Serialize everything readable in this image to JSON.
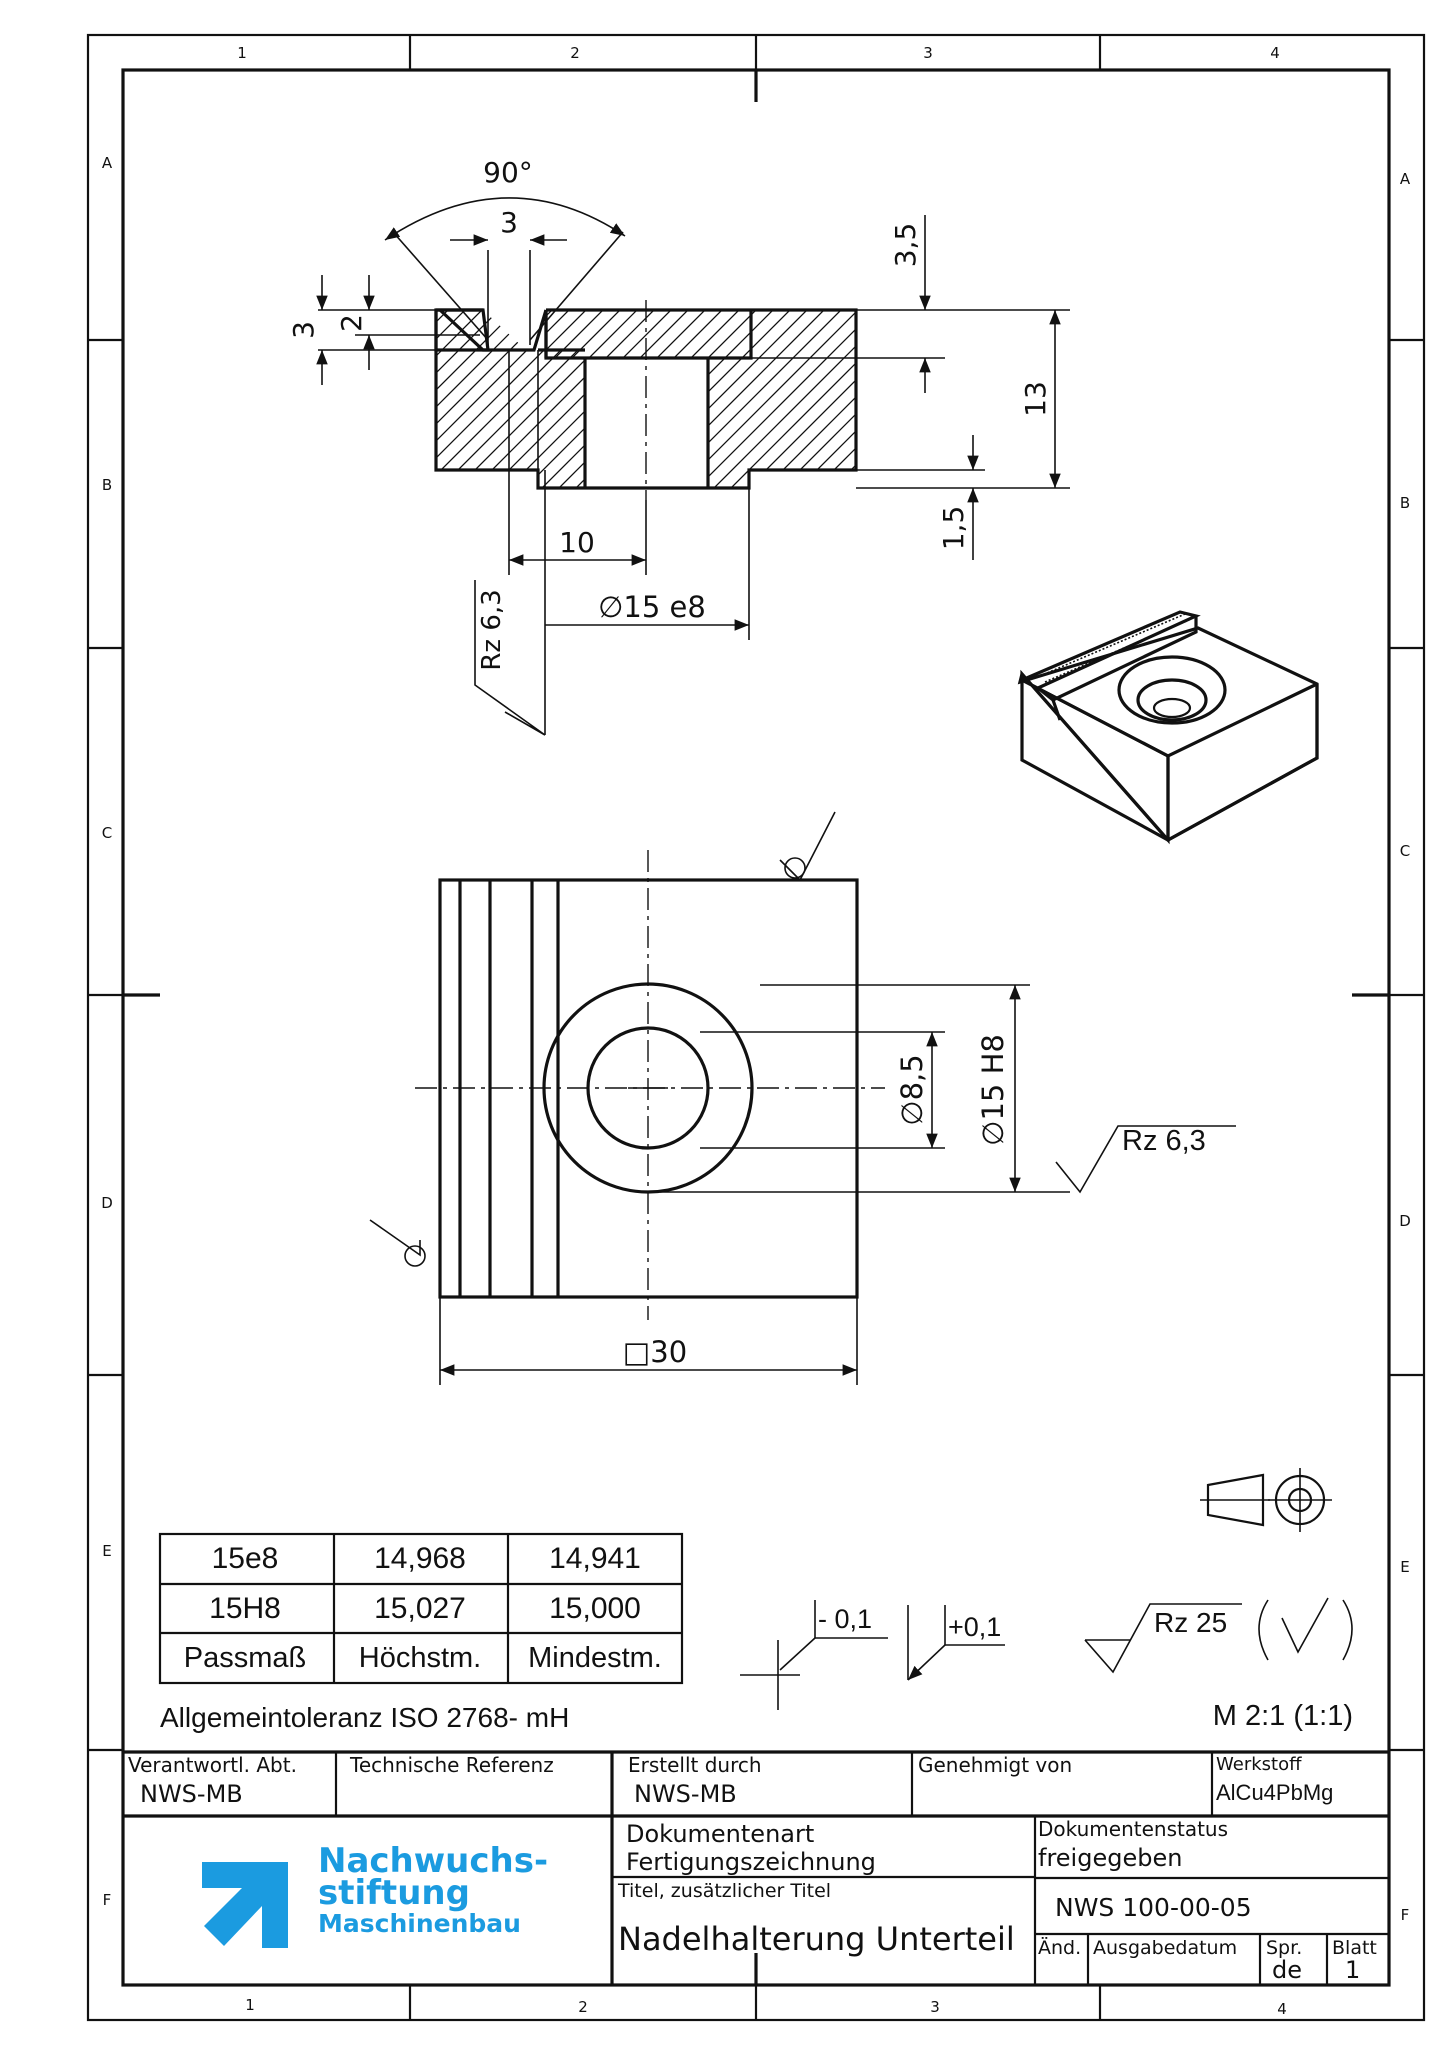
{
  "frame": {
    "columns_top": [
      "1",
      "2",
      "3",
      "4"
    ],
    "columns_bottom": [
      "1",
      "2",
      "3",
      "4"
    ],
    "rows_left": [
      "A",
      "B",
      "C",
      "D",
      "E",
      "F"
    ],
    "rows_right": [
      "A",
      "B",
      "C",
      "D",
      "E",
      "F"
    ]
  },
  "dimensions": {
    "angle": "90°",
    "top_width": "3",
    "depth_3": "3",
    "depth_2": "2",
    "d_3_5": "3,5",
    "d_13": "13",
    "d_1_5": "1,5",
    "d_10": "10",
    "d_15e8": "∅15 e8",
    "rz_side": "Rz 6,3",
    "d_8_5": "∅8,5",
    "d_15h8": "∅15 H8",
    "rz_right": "Rz  6,3",
    "square_30": "□30"
  },
  "tolerance_table": {
    "rows": [
      [
        "15e8",
        "14,968",
        "14,941"
      ],
      [
        "15H8",
        "15,027",
        "15,000"
      ],
      [
        "Passmaß",
        "Höchstm.",
        "Mindestm."
      ]
    ]
  },
  "general_tolerance": "Allgemeintoleranz ISO 2768- mH",
  "edge_minus": "- 0,1",
  "edge_plus": "+0,1",
  "surface_general": "Rz  25",
  "scale": "M 2:1 (1:1)",
  "title_block": {
    "dept_label": "Verantwortl. Abt.",
    "dept_value": "NWS-MB",
    "ref_label": "Technische Referenz",
    "created_label": "Erstellt durch",
    "created_value": "NWS-MB",
    "approved_label": "Genehmigt von",
    "material_label": "Werkstoff",
    "material_value": "AlCu4PbMg",
    "doc_type_label": "Dokumentenart",
    "doc_type_value": "Fertigungszeichnung",
    "doc_status_label": "Dokumentenstatus",
    "doc_status_value": "freigegeben",
    "title_label": "Titel, zusätzlicher Titel",
    "title_value": "Nadelhalterung Unterteil",
    "doc_number": "NWS 100-00-05",
    "rev_label": "Änd.",
    "issue_label": "Ausgabedatum",
    "lang_label": "Spr.",
    "lang_value": "de",
    "sheet_label": "Blatt",
    "sheet_value": "1",
    "logo_line1": "Nachwuchs-",
    "logo_line2": "stiftung",
    "logo_line3": "Maschinenbau",
    "logo_color": "#1b9be0"
  }
}
